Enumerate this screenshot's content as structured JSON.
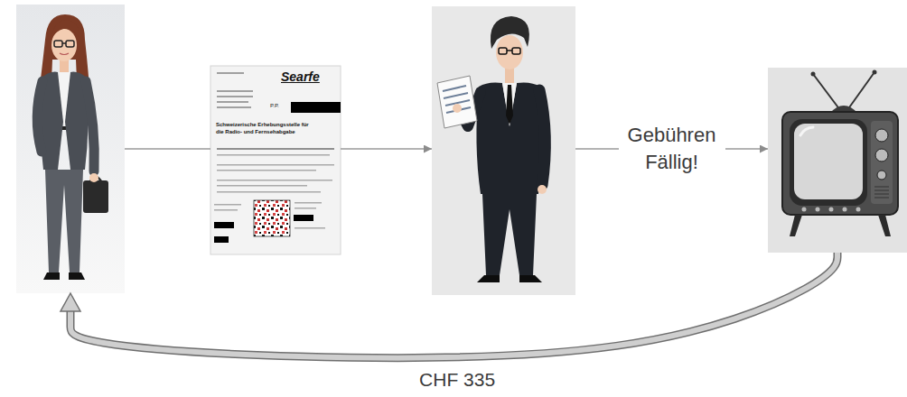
{
  "diagram": {
    "nodes": [
      {
        "text": []
      },
      {
        "text": [
          "Searfe",
          "P.P.",
          "Schweizerische Erhebungsstelle für die Radio- und Fernsehabgabe"
        ]
      },
      {
        "text": []
      },
      {
        "text": []
      }
    ],
    "edges": [
      {
        "from": 0,
        "to": 1,
        "arrow": "none"
      },
      {
        "from": 1,
        "to": 2,
        "arrow": "to"
      },
      {
        "from": 2,
        "to": 3,
        "label": "Gebühren Fällig!",
        "arrow": "to"
      },
      {
        "from": 3,
        "to": 0,
        "label": "CHF 335",
        "arrow": "to"
      }
    ]
  }
}
